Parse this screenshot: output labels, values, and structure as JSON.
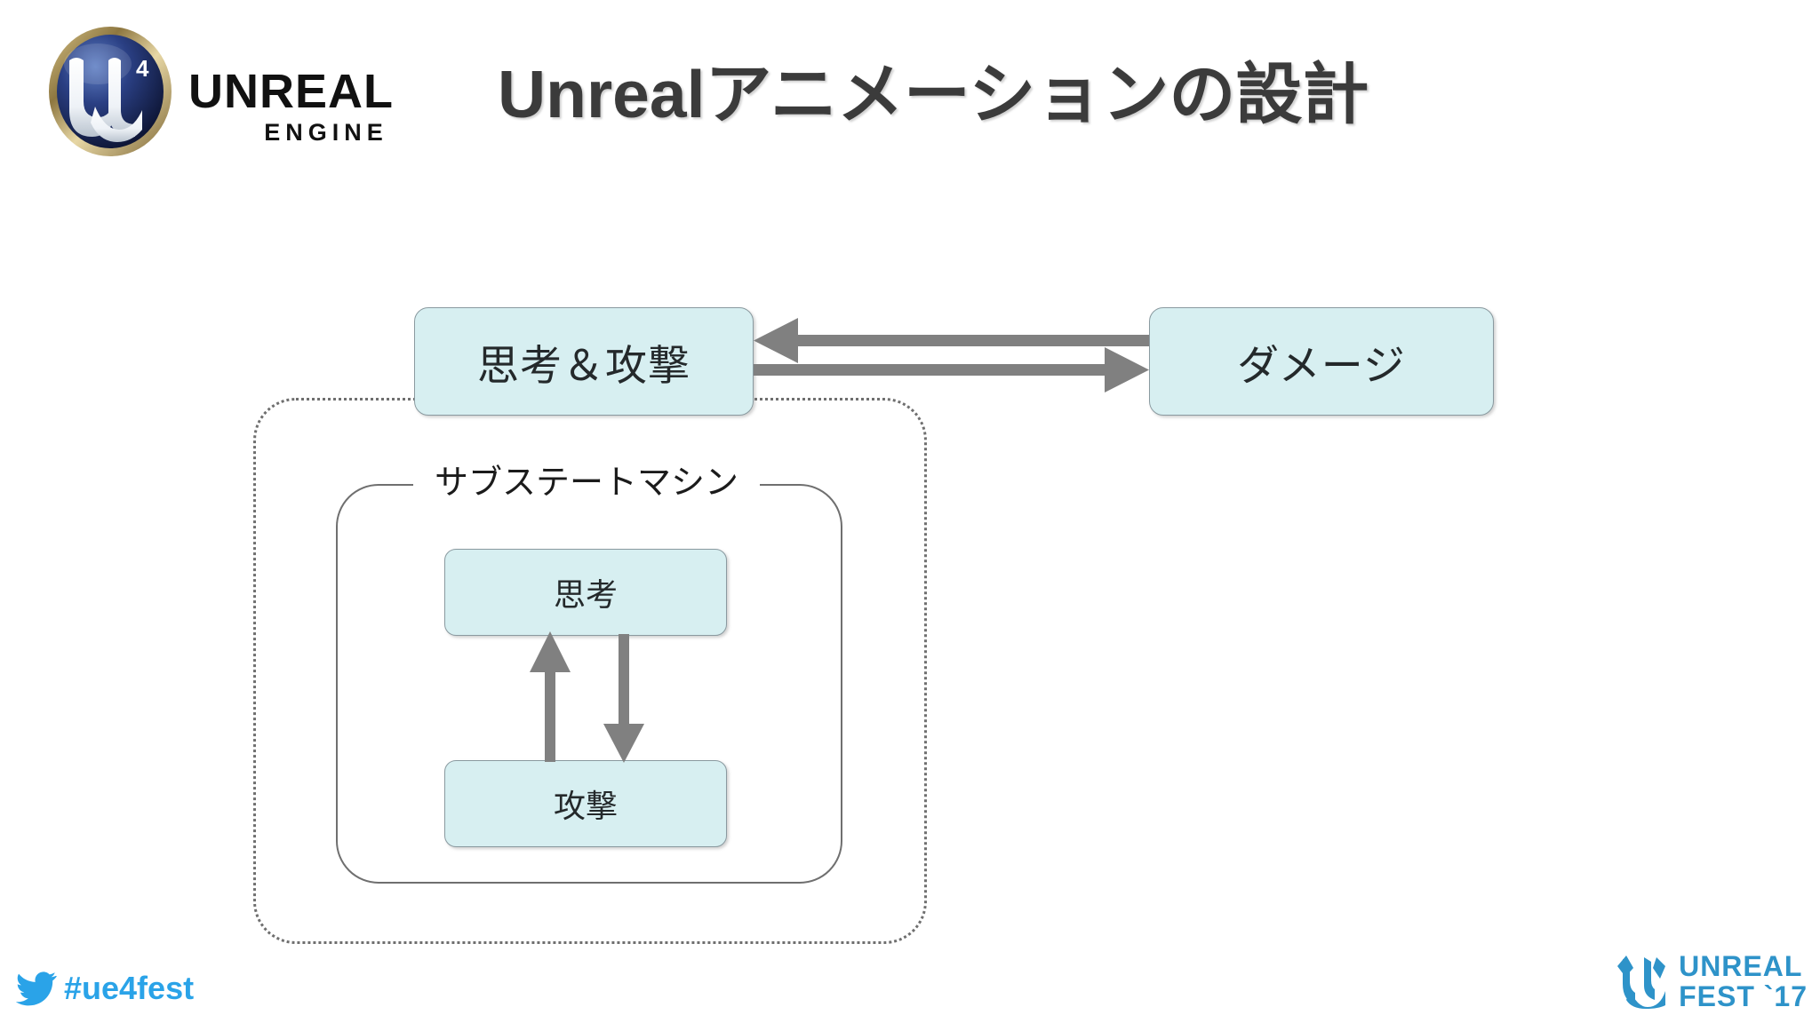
{
  "header": {
    "title": "Unrealアニメーションの設計",
    "logo": {
      "wordmark_main": "UNREAL",
      "wordmark_sub": "ENGINE",
      "badge_glyph": "U",
      "badge_superscript": "4"
    }
  },
  "diagram": {
    "type": "state-machine",
    "states": [
      {
        "id": "think-attack",
        "label": "思考＆攻撃"
      },
      {
        "id": "damage",
        "label": "ダメージ"
      },
      {
        "id": "think",
        "label": "思考"
      },
      {
        "id": "attack",
        "label": "攻撃"
      }
    ],
    "containers": [
      {
        "id": "outer-dotted",
        "label": "",
        "style": "dotted"
      },
      {
        "id": "substate",
        "label": "サブステートマシン",
        "style": "solid"
      }
    ],
    "transitions": [
      {
        "id": "damage-to-think-attack",
        "from": "damage",
        "to": "think-attack",
        "direction": "left"
      },
      {
        "id": "think-attack-to-damage",
        "from": "think-attack",
        "to": "damage",
        "direction": "right"
      },
      {
        "id": "attack-to-think",
        "from": "attack",
        "to": "think",
        "direction": "up"
      },
      {
        "id": "think-to-attack",
        "from": "think",
        "to": "attack",
        "direction": "down"
      }
    ],
    "colors": {
      "box_fill": "#d7eff1",
      "box_border": "#8a9aa0",
      "arrow": "#808080",
      "container_border": "#6f6f6f",
      "text": "#24292b"
    }
  },
  "footer": {
    "hashtag": "#ue4fest",
    "hashtag_color": "#2aa3e8",
    "fest_logo_line1": "UNREAL",
    "fest_logo_line2": "FEST `17",
    "fest_logo_color": "#2e93c9"
  }
}
